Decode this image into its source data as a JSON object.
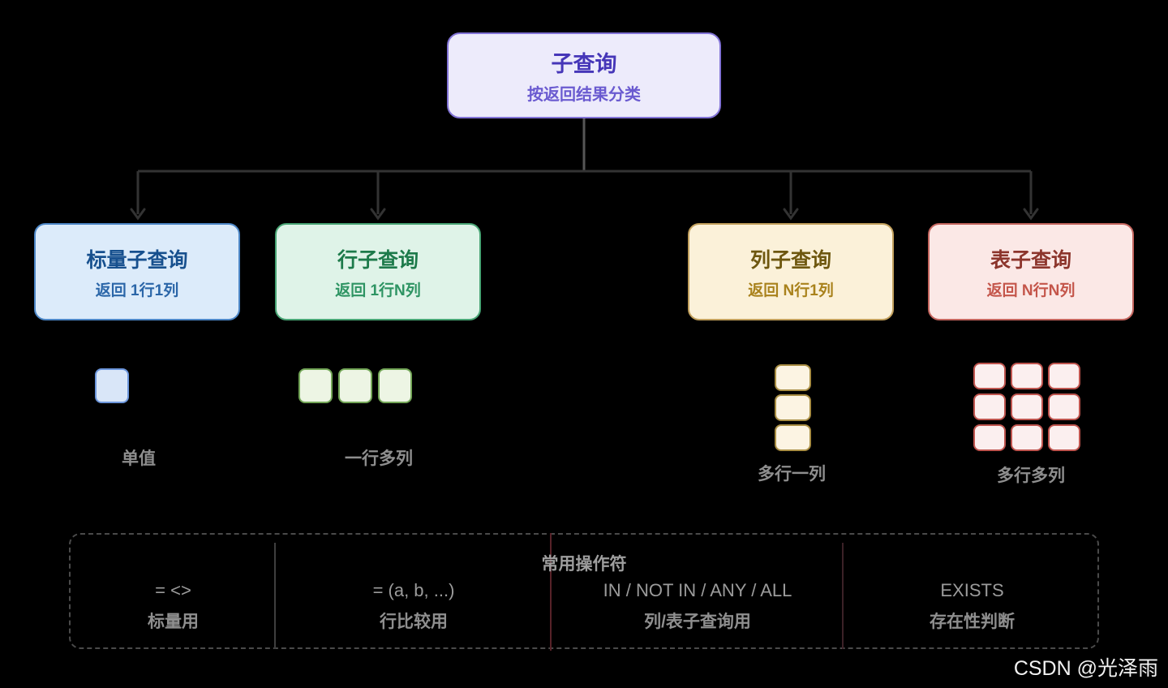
{
  "root": {
    "title": "子查询",
    "subtitle": "按返回结果分类"
  },
  "categories": [
    {
      "id": "scalar",
      "title": "标量子查询",
      "subtitle": "返回 1行1列",
      "icon": "single-cell-icon",
      "icon_label": "单值",
      "theme": {
        "fill": "#dcebfa",
        "border": "#4c86c6",
        "title_color": "#17508e",
        "subtitle_color": "#2b66a8"
      }
    },
    {
      "id": "row",
      "title": "行子查询",
      "subtitle": "返回 1行N列",
      "icon": "row-cells-icon",
      "icon_label": "一行多列",
      "theme": {
        "fill": "#dff3e8",
        "border": "#48a474",
        "title_color": "#1d7a4a",
        "subtitle_color": "#2e9463"
      }
    },
    {
      "id": "column",
      "title": "列子查询",
      "subtitle": "返回 N行1列",
      "icon": "column-cells-icon",
      "icon_label": "多行一列",
      "theme": {
        "fill": "#fbf1d9",
        "border": "#c2a05c",
        "title_color": "#6e570f",
        "subtitle_color": "#a9821c"
      }
    },
    {
      "id": "table",
      "title": "表子查询",
      "subtitle": "返回 N行N列",
      "icon": "grid-cells-icon",
      "icon_label": "多行多列",
      "theme": {
        "fill": "#fbe8e6",
        "border": "#c4655e",
        "title_color": "#8c352c",
        "subtitle_color": "#c4554a"
      }
    }
  ],
  "root_theme": {
    "fill": "#edebfb",
    "border": "#8273d6",
    "title_color": "#4636b8",
    "subtitle_color": "#6a5ad0"
  },
  "operators": {
    "header": "常用操作符",
    "columns": [
      {
        "op": "= <>",
        "desc": "标量用"
      },
      {
        "op": "= (a, b, ...)",
        "desc": "行比较用"
      },
      {
        "op": "IN / NOT IN / ANY / ALL",
        "desc": "列/表子查询用"
      },
      {
        "op": "EXISTS",
        "desc": "存在性判断"
      }
    ]
  },
  "watermark": "CSDN @光泽雨",
  "canvas": {
    "background": "#000000",
    "connector_color": "#333333",
    "stem_color": "#565656",
    "dashed_border_color": "#4a4a4a"
  }
}
